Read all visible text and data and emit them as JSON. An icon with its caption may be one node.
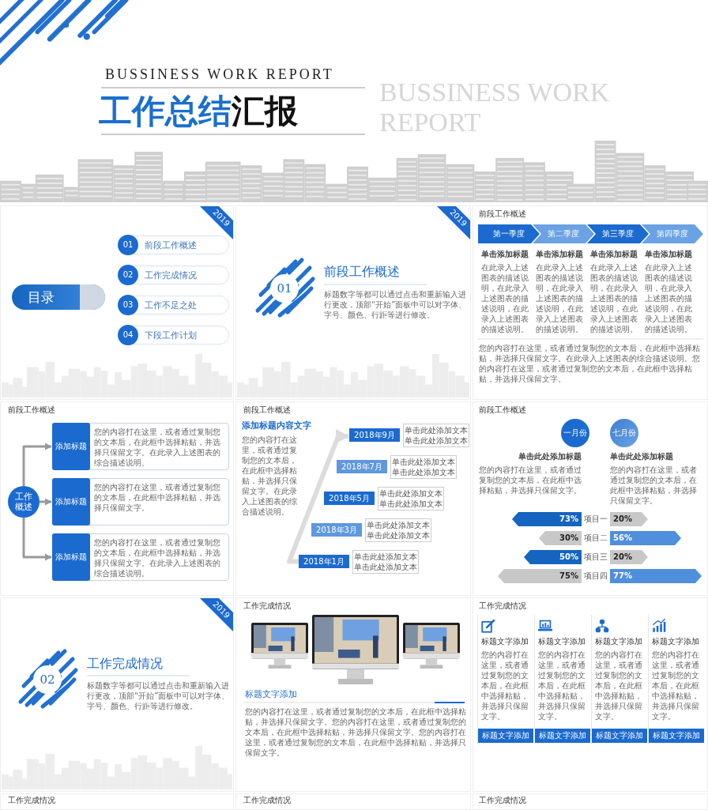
{
  "diagram": {
    "title": "工作总结汇报",
    "nodes": [
      {
        "text": [
          "目录"
        ]
      },
      {
        "text": [
          "01",
          "前段工作概述"
        ]
      },
      {
        "text": [
          "02",
          "工作完成情况"
        ]
      },
      {
        "text": [
          "03",
          "工作不足之处"
        ]
      },
      {
        "text": [
          "04",
          "下段工作计划"
        ]
      },
      {
        "text": [
          "2019"
        ]
      },
      {
        "text": [
          "2019"
        ]
      },
      {
        "text": [
          "01"
        ]
      },
      {
        "text": [
          "第一季度"
        ]
      },
      {
        "text": [
          "第二季度"
        ]
      },
      {
        "text": [
          "第三季度"
        ]
      },
      {
        "text": [
          "第四季度"
        ]
      },
      {
        "text": [
          "工作概述"
        ]
      },
      {
        "text": [
          "添加标题",
          "您的内容打在这里，或者通过复制您的文本后，在此框中选择粘贴，并选择只保留文字。在此录入上述图表的综合描述说明。"
        ]
      },
      {
        "text": [
          "添加标题",
          "您的内容打在这里，或者通过复制您的文本后，在此框中选择粘贴，并选择只保留文字。"
        ]
      },
      {
        "text": [
          "添加标题",
          "您的内容打在这里，或者通过复制您的文本后，在此框中选择粘贴，并选择只保留文字。在此录入上述图表的综合描述说明。"
        ]
      },
      {
        "text": [
          "2018年9月"
        ]
      },
      {
        "text": [
          "2018年7月"
        ]
      },
      {
        "text": [
          "2018年5月"
        ]
      },
      {
        "text": [
          "2018年3月"
        ]
      },
      {
        "text": [
          "2018年1月"
        ]
      },
      {
        "text": [
          "单击此处添加文本",
          "单击此处添加文本"
        ]
      },
      {
        "text": [
          "单击此处添加文本",
          "单击此处添加文本"
        ]
      },
      {
        "text": [
          "单击此处添加文本",
          "单击此处添加文本"
        ]
      },
      {
        "text": [
          "单击此处添加文本",
          "单击此处添加文本"
        ]
      },
      {
        "text": [
          "单击此处添加文本",
          "单击此处添加文本"
        ]
      },
      {
        "text": [
          "一月份"
        ]
      },
      {
        "text": [
          "七月份"
        ]
      },
      {
        "text": [
          "73%"
        ]
      },
      {
        "text": [
          "20%"
        ]
      },
      {
        "text": [
          "30%"
        ]
      },
      {
        "text": [
          "56%"
        ]
      },
      {
        "text": [
          "50%"
        ]
      },
      {
        "text": [
          "20%"
        ]
      },
      {
        "text": [
          "75%"
        ]
      },
      {
        "text": [
          "77%"
        ]
      },
      {
        "text": [
          "2019"
        ]
      },
      {
        "text": [
          "02"
        ]
      },
      {
        "text": [
          "标题文字添加",
          "您的内容打在这里，或者通过复制您的文本后，在此框中选择粘贴，并选择只保留文字。"
        ]
      },
      {
        "text": [
          "标题文字添加"
        ],
        "in": 38
      },
      {
        "text": [
          "标题文字添加",
          "您的内容打在这里，或者通过复制您的文本后，在此框中选择粘贴，并选择只保留文字。"
        ]
      },
      {
        "text": [
          "标题文字添加"
        ],
        "in": 40
      },
      {
        "text": [
          "标题文字添加",
          "您的内容打在这里，或者通过复制您的文本后，在此框中选择粘贴，并选择只保留文字。"
        ]
      },
      {
        "text": [
          "标题文字添加"
        ],
        "in": 42
      },
      {
        "text": [
          "标题文字添加",
          "您的内容打在这里，或者通过复制您的文本后，在此框中选择粘贴，并选择只保留文字。"
        ]
      },
      {
        "text": [
          "标题文字添加"
        ],
        "in": 44
      }
    ],
    "edges": [
      {
        "from": 12,
        "to": 13,
        "arrow": "to"
      },
      {
        "from": 12,
        "to": 14,
        "arrow": "to"
      },
      {
        "from": 12,
        "to": 15,
        "arrow": "to"
      },
      {
        "from": 20,
        "to": 16,
        "arrow": "to",
        "style": "thick",
        "color": "#dcdcdc"
      }
    ],
    "labels": [
      "BUSSINESS WORK REPORT",
      "BUSSINESS WORK REPORT",
      "前段工作概述",
      "标题数字等都可以通过点击和重新输入进行更改，顶部“开始”面板中可以对字体、字号、颜色、行距等进行修改。",
      "前段工作概述",
      "单击添加标题",
      "单击添加标题",
      "单击添加标题",
      "单击添加标题",
      "在此录入上述图表的描述说明，在此录入上述图表的描述说明，在此录入上述图表的描述说明。",
      "在此录入上述图表的描述说明，在此录入上述图表的描述说明，在此录入上述图表的描述说明。",
      "在此录入上述图表的描述说明，在此录入上述图表的描述说明，在此录入上述图表的描述说明。",
      "在此录入上述图表的描述说明，在此录入上述图表的描述说明，在此录入上述图表的描述说明。",
      "您的内容打在这里，或者通过复制您的文本后，在此框中选择粘贴，并选择只保留文字。在此录入上述图表的综合描述说明。您的内容打在这里，或者通过复制您的文本后，在此框中选择粘贴，并选择只保留文字。",
      "前段工作概述",
      "前段工作概述",
      "添加标题内容文字",
      "您的内容打在这里，或者通过复制您的文本后，在此框中选择粘贴，并选择只保留文字。在此录入上述图表的综合描述说明。",
      "前段工作概述",
      "单击此处添加标题",
      "单击此处添加标题",
      "您的内容打在这里，或者通过复制您的文本后，在此框中选择粘贴，并选择只保留文字。",
      "您的内容打在这里，或者通过复制您的文本后，在此框中选择粘贴，并选择只保留文字。",
      "项目一",
      "项目二",
      "项目三",
      "项目四",
      "工作完成情况",
      "标题数字等都可以通过点击和重新输入进行更改，顶部“开始”面板中可以对字体、字号、颜色、行距等进行修改。",
      "工作完成情况",
      "工作完成情况",
      "标题文字添加",
      "您的内容打在这里，或者通过复制您的文本后，在此框中选择粘贴，并选择只保留文字。您的内容打在这里，或者通过复制您的文本后，在此框中选择粘贴，并选择只保留文字。您的内容打在这里，或者通过复制您的文本后，在此框中选择粘贴，并选择只保留文字。",
      "工作完成情况",
      "工作完成情况",
      "工作完成情况"
    ]
  }
}
